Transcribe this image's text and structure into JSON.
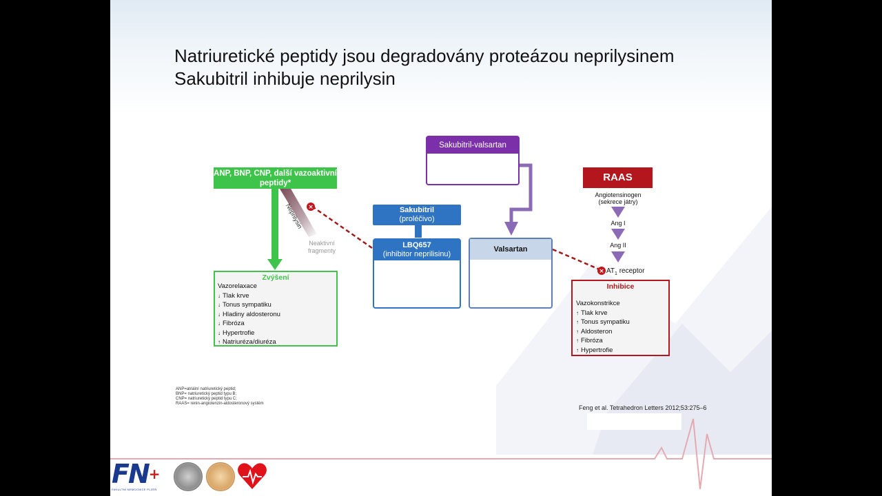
{
  "title": {
    "line1": "Natriuretické peptidy jsou degradovány proteázou neprilysinem",
    "line2": "Sakubitril inhibuje neprilysin"
  },
  "peptides_box": {
    "label": "ANP, BNP, CNP, další vazoaktivní peptidy*"
  },
  "neprilysin_label": "Neprilysin",
  "inactive_label": {
    "line1": "Neaktivní",
    "line2": "fragmenty"
  },
  "increase_box": {
    "header": "Zvýšení",
    "intro": "Vazorelaxace",
    "items": [
      "Tlak krve",
      "Tonus sympatiku",
      "Hladiny aldosteronu",
      "Fibróza",
      "Hypertrofie",
      "Natriuréza/diuréza"
    ]
  },
  "sacubitril_valsartan": {
    "label": "Sakubitril-valsartan"
  },
  "sacubitril": {
    "line1": "Sakubitril",
    "line2": "(proléčivo)"
  },
  "lbq657": {
    "line1": "LBQ657",
    "line2": "(inhibitor neprilisinu)"
  },
  "valsartan": {
    "label": "Valsartan"
  },
  "raas": {
    "label": "RAAS",
    "angiotensinogen": "Angiotensinogen",
    "angiotensinogen_sub": "(sekrece játry)",
    "ang1": "Ang I",
    "ang2": "Ang II",
    "receptor_prefix": "AT",
    "receptor_sub": "1",
    "receptor_suffix": " receptor"
  },
  "inhibition_box": {
    "header": "Inhibice",
    "intro": "Vazokonstrikce",
    "items": [
      "Tlak krve",
      "Tonus sympatiku",
      "Aldosteron",
      "Fibróza",
      "Hypertrofie"
    ]
  },
  "footnotes": [
    "ANP=atriální natriuretický peptid;",
    "BNP= natriuretický peptid typu B;",
    "CNP= natriuretický peptid typu C;",
    "RAAS= renin-angiotenzin-aldosteronový systém"
  ],
  "reference": "Feng et al. Tetrahedron Letters 2012;53:275–6",
  "logo": {
    "text": "FN",
    "subtext": "FAKULTNÍ NEMOCNICE PLZEŇ"
  },
  "colors": {
    "green": "#3ec44a",
    "blue": "#2e74c2",
    "purple": "#7b2fa8",
    "red": "#b3161c",
    "arrow_purple": "#8b6bb5",
    "dashed_red": "#a01a1a"
  }
}
